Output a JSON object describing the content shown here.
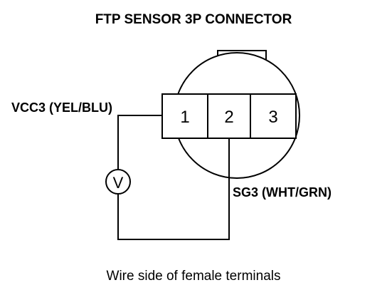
{
  "title": "FTP SENSOR 3P CONNECTOR",
  "caption": "Wire side of female terminals",
  "terminals": [
    {
      "number": "1"
    },
    {
      "number": "2"
    },
    {
      "number": "3"
    }
  ],
  "wires": {
    "vcc3_label": "VCC3 (YEL/BLU)",
    "sg3_label": "SG3 (WHT/GRN)"
  },
  "meter": {
    "symbol": "V"
  },
  "colors": {
    "line": "#000000",
    "background": "#ffffff"
  }
}
